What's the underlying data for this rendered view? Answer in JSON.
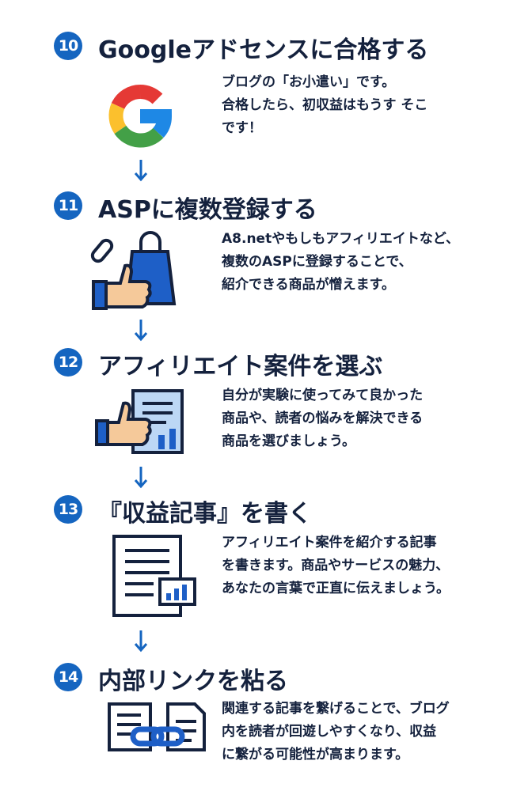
{
  "steps": [
    {
      "number": "10",
      "title": "Googleアドセンスに合格する",
      "icon": "google-logo-icon",
      "lines": [
        "ブログの「お小遣い」です。",
        "合格したら、初収益はもうす そこ",
        "です！"
      ]
    },
    {
      "number": "11",
      "title": "ASPに複数登録する",
      "icon": "shopping-bag-thumbs-up-icon",
      "lines": [
        "A8.netやもしもアフィリエイトなど、",
        "複数のASPに登録することで、",
        "紹介できる商品が憎えます。"
      ]
    },
    {
      "number": "12",
      "title": "アフィリエイト案件を選ぶ",
      "icon": "thumbs-up-document-icon",
      "lines": [
        "自分が実験に使ってみて良かった",
        "商品や、読者の悩みを解決できる",
        "商品を選びましょう。"
      ]
    },
    {
      "number": "13",
      "title": "『収益記事』を書く",
      "icon": "article-chart-icon",
      "lines": [
        "アフィリエイト案件を紹介する記事",
        "を書きます。商品やサービスの魅力、",
        "あなたの言葉で正直に伝えましょう。"
      ]
    },
    {
      "number": "14",
      "title": "内部リンクを粘る",
      "icon": "documents-link-icon",
      "lines": [
        "関連する記事を繋げることで、ブログ",
        "内を読者が回遊しやすくなり、収益",
        "に繋がる可能性が高まります。"
      ]
    }
  ],
  "colors": {
    "accent": "#1565c0",
    "text": "#14213d"
  }
}
